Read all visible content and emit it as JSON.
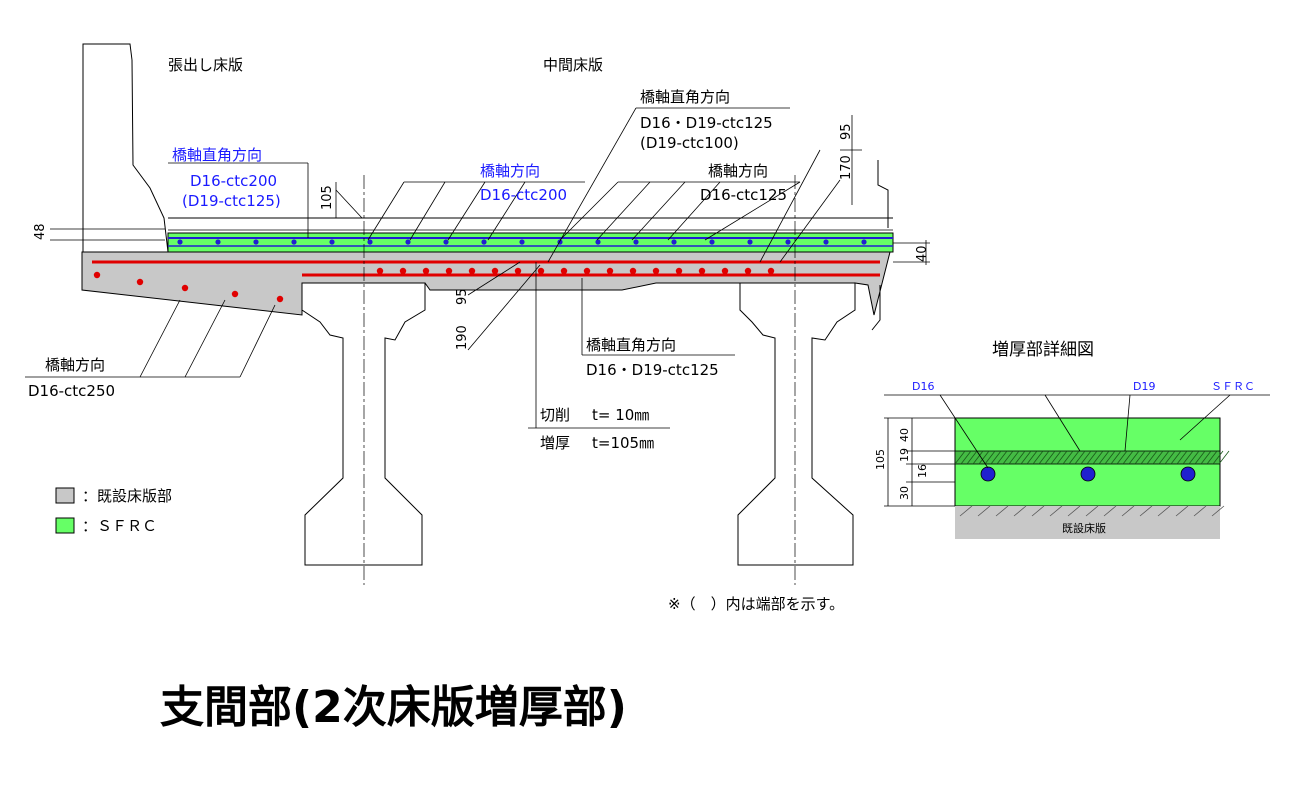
{
  "main_section": {
    "overhang_slab_label": "張出し床版",
    "intermediate_slab_label": "中間床版",
    "callouts": {
      "overhang_transverse_title": "橋軸直角方向",
      "overhang_transverse_spec": "D16-ctc200",
      "overhang_transverse_end": "(D19-ctc125)",
      "longitudinal_top_title": "橋軸方向",
      "longitudinal_top_spec": "D16-ctc200",
      "transverse_top_title": "橋軸直角方向",
      "transverse_top_spec": "D16・D19-ctc125",
      "transverse_top_end": "(D19-ctc100)",
      "longitudinal_right_title": "橋軸方向",
      "longitudinal_right_spec": "D16-ctc125",
      "longitudinal_bottom_title": "橋軸方向",
      "longitudinal_bottom_spec": "D16-ctc250",
      "transverse_bottom_title": "橋軸直角方向",
      "transverse_bottom_spec": "D16・D19-ctc125",
      "cutting_label": "切削",
      "cutting_value": "t= 10㎜",
      "thickening_label": "増厚",
      "thickening_value": "t=105㎜"
    },
    "dimensions": {
      "d48": "48",
      "d105": "105",
      "d95_top": "95",
      "d170": "170",
      "d40": "40",
      "d95_mid": "95",
      "d190": "190"
    },
    "legend": [
      {
        "swatch_color": "#c8c8c8",
        "label": "：既設床版部"
      },
      {
        "swatch_color": "#66ff66",
        "label": "：ＳＦＲＣ"
      }
    ],
    "note": "※（　）内は端部を示す。"
  },
  "detail": {
    "title": "増厚部詳細図",
    "labels": {
      "d16": "D16",
      "d19": "D19",
      "sfrc": "ＳＦＲＣ",
      "existing_slab": "既設床版"
    },
    "dimensions": {
      "total": "105",
      "d40": "40",
      "d19": "19",
      "d16": "16",
      "d30": "30"
    }
  },
  "colors": {
    "sfrc_green": "#66ff66",
    "existing_gray": "#c8c8c8",
    "rebar_red": "#e00000",
    "rebar_blue": "#2020d0",
    "label_blue": "#1a1aff"
  },
  "caption": "支間部(2次床版増厚部)"
}
